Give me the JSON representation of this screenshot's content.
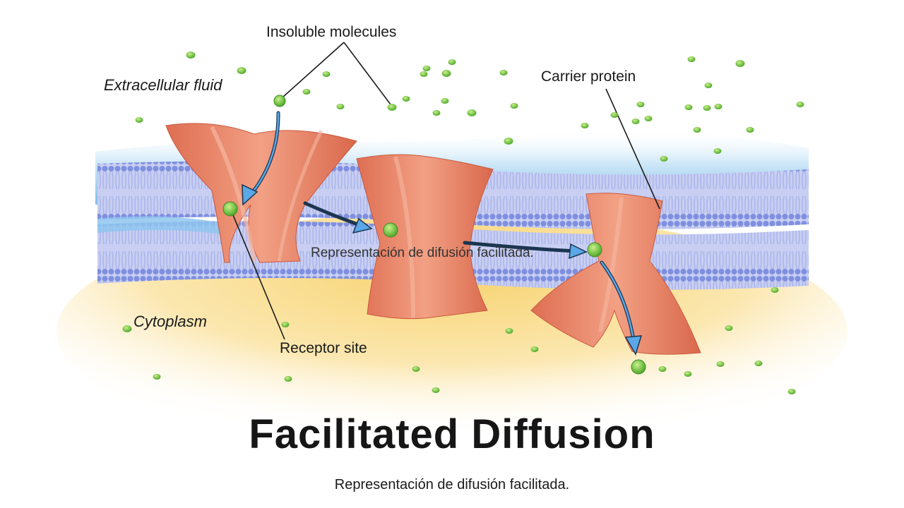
{
  "diagram": {
    "title": "Facilitated Diffusion",
    "labels": {
      "insoluble_molecules": "Insoluble molecules",
      "extracellular_fluid": "Extracellular fluid",
      "carrier_protein": "Carrier protein",
      "cytoplasm": "Cytoplasm",
      "receptor_site": "Receptor site"
    },
    "overlay_caption": "Representación  de difusión facilitada."
  },
  "caption": "Representación de difusión facilitada.",
  "colors": {
    "membrane_blue": "#7f8fe0",
    "fluid_blue": "#8fc6ee",
    "protein_orange": "#e9876a",
    "molecule_green": "#6ec43c",
    "cytoplasm_yellow": "#f8dc84",
    "arrow_blue": "#5aa8e8"
  }
}
